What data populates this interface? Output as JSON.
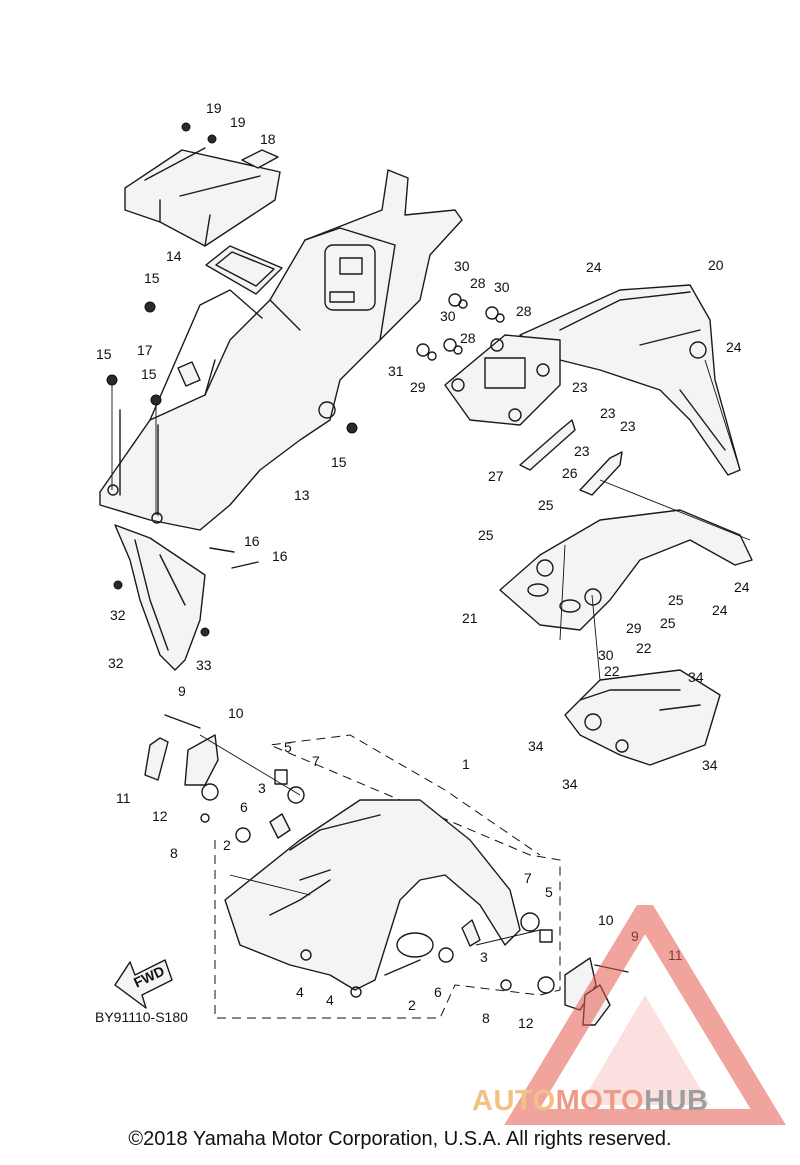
{
  "diagram": {
    "drawing_code": "BY91110-S180",
    "fwd_label": "FWD",
    "callouts": [
      {
        "id": "c1",
        "text": "1"
      },
      {
        "id": "c2a",
        "text": "2"
      },
      {
        "id": "c2b",
        "text": "2"
      },
      {
        "id": "c3a",
        "text": "3"
      },
      {
        "id": "c3b",
        "text": "3"
      },
      {
        "id": "c4a",
        "text": "4"
      },
      {
        "id": "c4b",
        "text": "4"
      },
      {
        "id": "c5a",
        "text": "5"
      },
      {
        "id": "c5b",
        "text": "5"
      },
      {
        "id": "c6a",
        "text": "6"
      },
      {
        "id": "c6b",
        "text": "6"
      },
      {
        "id": "c7a",
        "text": "7"
      },
      {
        "id": "c7b",
        "text": "7"
      },
      {
        "id": "c8a",
        "text": "8"
      },
      {
        "id": "c8b",
        "text": "8"
      },
      {
        "id": "c9a",
        "text": "9"
      },
      {
        "id": "c9b",
        "text": "9"
      },
      {
        "id": "c10a",
        "text": "10"
      },
      {
        "id": "c10b",
        "text": "10"
      },
      {
        "id": "c11a",
        "text": "11"
      },
      {
        "id": "c11b",
        "text": "11"
      },
      {
        "id": "c12a",
        "text": "12"
      },
      {
        "id": "c12b",
        "text": "12"
      },
      {
        "id": "c13",
        "text": "13"
      },
      {
        "id": "c14",
        "text": "14"
      },
      {
        "id": "c15a",
        "text": "15"
      },
      {
        "id": "c15b",
        "text": "15"
      },
      {
        "id": "c15c",
        "text": "15"
      },
      {
        "id": "c15d",
        "text": "15"
      },
      {
        "id": "c16a",
        "text": "16"
      },
      {
        "id": "c16b",
        "text": "16"
      },
      {
        "id": "c17",
        "text": "17"
      },
      {
        "id": "c18",
        "text": "18"
      },
      {
        "id": "c19a",
        "text": "19"
      },
      {
        "id": "c19b",
        "text": "19"
      },
      {
        "id": "c20",
        "text": "20"
      },
      {
        "id": "c21",
        "text": "21"
      },
      {
        "id": "c22a",
        "text": "22"
      },
      {
        "id": "c22b",
        "text": "22"
      },
      {
        "id": "c23a",
        "text": "23"
      },
      {
        "id": "c23b",
        "text": "23"
      },
      {
        "id": "c23c",
        "text": "23"
      },
      {
        "id": "c23d",
        "text": "23"
      },
      {
        "id": "c24a",
        "text": "24"
      },
      {
        "id": "c24b",
        "text": "24"
      },
      {
        "id": "c24c",
        "text": "24"
      },
      {
        "id": "c24d",
        "text": "24"
      },
      {
        "id": "c25a",
        "text": "25"
      },
      {
        "id": "c25b",
        "text": "25"
      },
      {
        "id": "c25c",
        "text": "25"
      },
      {
        "id": "c25d",
        "text": "25"
      },
      {
        "id": "c26",
        "text": "26"
      },
      {
        "id": "c27",
        "text": "27"
      },
      {
        "id": "c28a",
        "text": "28"
      },
      {
        "id": "c28b",
        "text": "28"
      },
      {
        "id": "c28c",
        "text": "28"
      },
      {
        "id": "c29a",
        "text": "29"
      },
      {
        "id": "c29b",
        "text": "29"
      },
      {
        "id": "c30a",
        "text": "30"
      },
      {
        "id": "c30b",
        "text": "30"
      },
      {
        "id": "c30c",
        "text": "30"
      },
      {
        "id": "c30d",
        "text": "30"
      },
      {
        "id": "c31",
        "text": "31"
      },
      {
        "id": "c32a",
        "text": "32"
      },
      {
        "id": "c32b",
        "text": "32"
      },
      {
        "id": "c33",
        "text": "33"
      },
      {
        "id": "c34a",
        "text": "34"
      },
      {
        "id": "c34b",
        "text": "34"
      },
      {
        "id": "c34c",
        "text": "34"
      },
      {
        "id": "c34d",
        "text": "34"
      }
    ]
  },
  "footer": {
    "copyright": "©2018 Yamaha Motor Corporation, U.S.A. All rights reserved."
  },
  "watermark": {
    "auto": "AUTO",
    "moto": "MOTO",
    "hub": "HUB",
    "colors": {
      "auto": "#f2c184",
      "moto": "#ef9a86",
      "hub": "#9e9e9e",
      "triangle": "#e45a4c"
    }
  }
}
